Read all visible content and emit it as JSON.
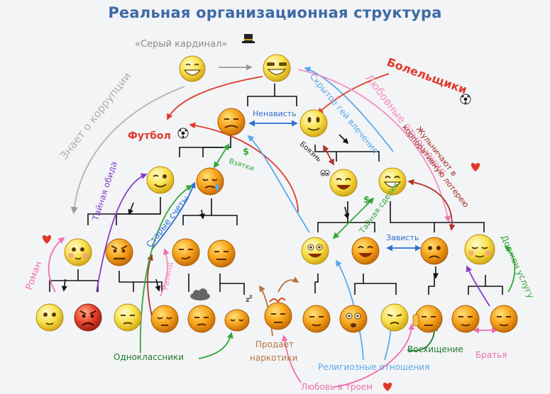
{
  "title": "Реальная организационная структура",
  "colors": {
    "title": "#3e6aa6",
    "tree": "#111111",
    "red": "#e0392b",
    "dark_red": "#b0322a",
    "blue": "#2d6fd2",
    "light_blue": "#5aa9ea",
    "green": "#34a63a",
    "dark_green": "#1f7a2c",
    "pink": "#ee6fae",
    "light_pink": "#f38fc0",
    "purple": "#8a3fc6",
    "gray": "#9a9a9a",
    "brown": "#b7743c",
    "emoji_face": "#f6a21a",
    "emoji_yellow": "#f7e14b"
  },
  "labels": {
    "gray_cardinal": "«Серый кардинал»",
    "knows_corruption": "Знает о коррупции",
    "football": "Футбол",
    "hatred": "Ненависть",
    "hidden_gay": "Скрытое гей влечение",
    "fans": "Болельщики",
    "love_relations": "Любовные отношения",
    "cheat_lottery": "Жульничают в корпоративную лотерею",
    "fear": "Боязнь",
    "bribes": "Взятки",
    "secret_deal": "Тайная сделка",
    "envy": "Зависть",
    "old_scores": "Старые счеты",
    "secret_grudge": "Тайная обида",
    "romance": "Роман",
    "divorce": "Развод",
    "owes_favor": "Должен услугу",
    "classmates": "Одноклассники",
    "sells_drugs": "Продает наркотики",
    "religious": "Религиозные отношения",
    "threesome": "Любовь в троем",
    "admiration": "Восхищение",
    "brothers": "Братья"
  },
  "icons": {
    "top_hat": "top-hat-icon",
    "ball": "soccer-ball-icon",
    "heart": "heart-icon",
    "dollar": "dollar-icon",
    "eyes": "eyes-icon",
    "cloud": "cloud-icon",
    "zzz": "zzz-icon"
  }
}
